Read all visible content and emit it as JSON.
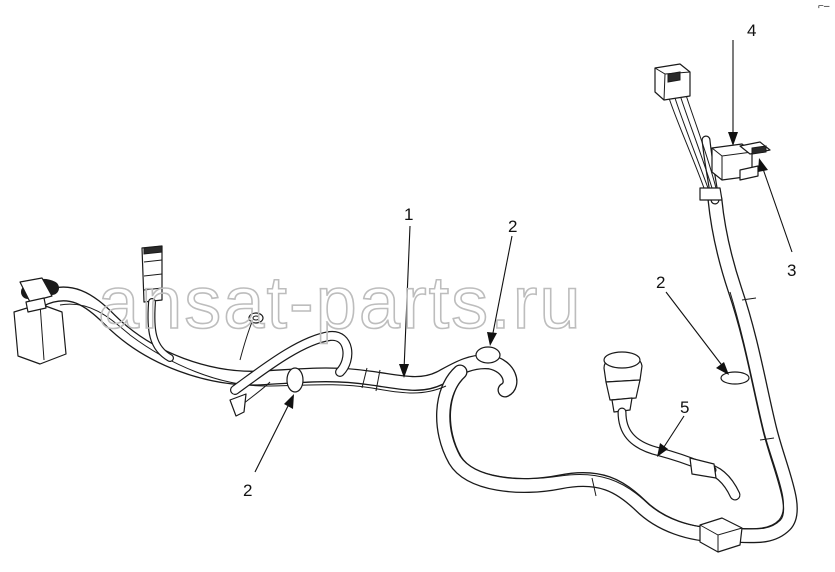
{
  "watermark": {
    "text": "ansat-parts.ru"
  },
  "corner_mark": {
    "text": "⌐–"
  },
  "callouts": [
    {
      "id": "callout-1",
      "number": "1"
    },
    {
      "id": "callout-2a",
      "number": "2"
    },
    {
      "id": "callout-2b",
      "number": "2"
    },
    {
      "id": "callout-2c",
      "number": "2"
    },
    {
      "id": "callout-3",
      "number": "3"
    },
    {
      "id": "callout-4",
      "number": "4"
    },
    {
      "id": "callout-5",
      "number": "5"
    }
  ]
}
